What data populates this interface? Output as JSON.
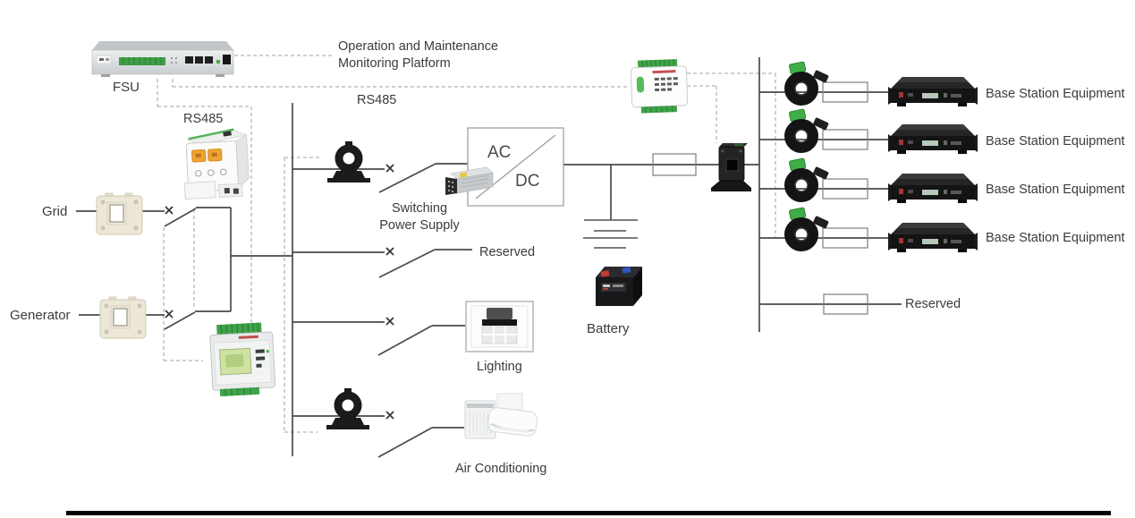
{
  "diagram": {
    "fsu_label": "FSU",
    "rs485_fsu_label": "RS485",
    "rs485_bus_label": "RS485",
    "platform_line1": "Operation and Maintenance",
    "platform_line2": "Monitoring Platform",
    "grid_label": "Grid",
    "generator_label": "Generator",
    "converter_ac": "AC",
    "converter_dc": "DC",
    "switching_line1": "Switching",
    "switching_line2": "Power Supply",
    "reserved_branch_label": "Reserved",
    "lighting_label": "Lighting",
    "air_conditioning_label": "Air Conditioning",
    "battery_label": "Battery",
    "reserved_right_label": "Reserved",
    "base_station_rows": [
      {
        "label": "Base Station Equipment"
      },
      {
        "label": "Base Station Equipment"
      },
      {
        "label": "Base Station Equipment"
      },
      {
        "label": "Base Station Equipment"
      }
    ],
    "colors": {
      "solid_line": "#4a4a4a",
      "dashed_line": "#b5b5b5",
      "text": "#3b3b3b",
      "accent_green": "#3fae49",
      "breaker_orange": "#f0a232"
    }
  }
}
